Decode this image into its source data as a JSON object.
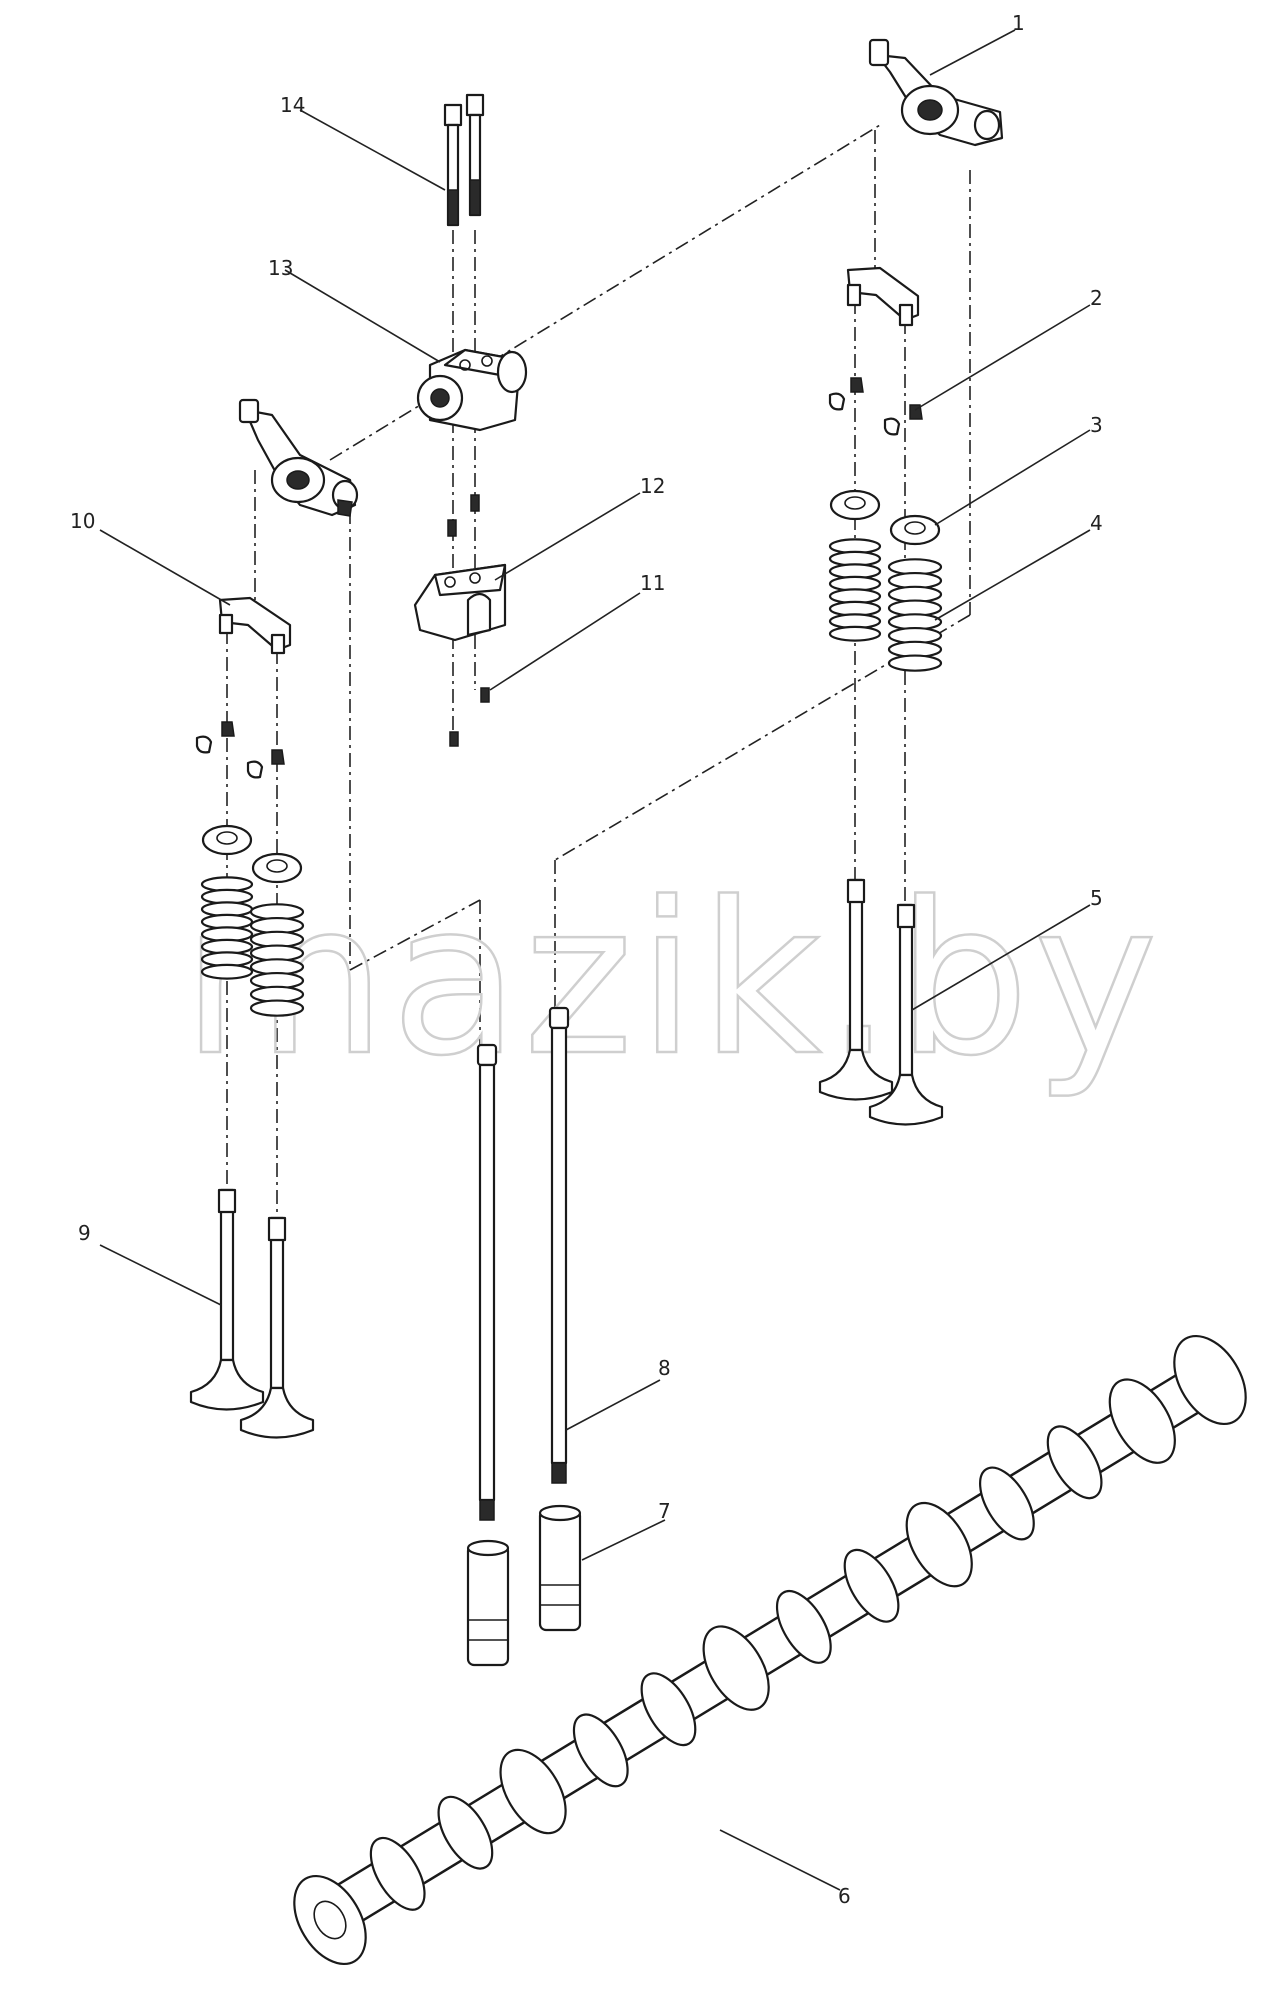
{
  "watermark": "mazik.by",
  "callouts": [
    {
      "id": "1",
      "label": "1"
    },
    {
      "id": "2",
      "label": "2"
    },
    {
      "id": "3",
      "label": "3"
    },
    {
      "id": "4",
      "label": "4"
    },
    {
      "id": "5",
      "label": "5"
    },
    {
      "id": "6",
      "label": "6"
    },
    {
      "id": "7",
      "label": "7"
    },
    {
      "id": "8",
      "label": "8"
    },
    {
      "id": "9",
      "label": "9"
    },
    {
      "id": "10",
      "label": "10"
    },
    {
      "id": "11",
      "label": "11"
    },
    {
      "id": "12",
      "label": "12"
    },
    {
      "id": "13",
      "label": "13"
    },
    {
      "id": "14",
      "label": "14"
    }
  ]
}
